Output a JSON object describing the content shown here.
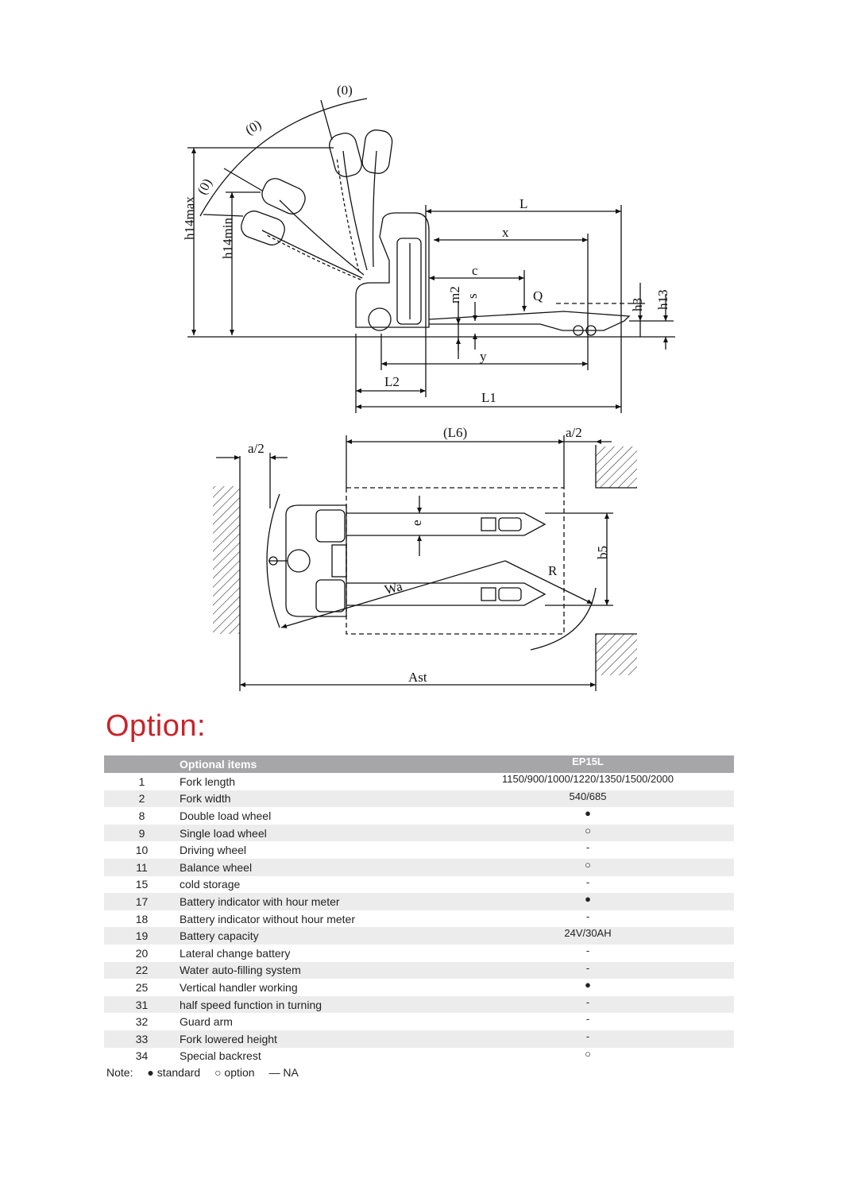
{
  "drawing": {
    "side_labels": {
      "angle_top": "(0)",
      "angle_mid": "(0)",
      "angle_low": "(0)",
      "L": "L",
      "x": "x",
      "c": "c",
      "Q": "Q",
      "m2": "m2",
      "s": "s",
      "h3": "h3",
      "h13": "h13",
      "h14max": "h14max",
      "h14min": "h14min",
      "y": "y",
      "L2": "L2",
      "L1": "L1"
    },
    "top_labels": {
      "a2_left": "a/2",
      "L6": "(L6)",
      "a2_right": "a/2",
      "e": "e",
      "b5": "b5",
      "R": "R",
      "Wa": "Wa",
      "Ast": "Ast"
    }
  },
  "option": {
    "title": "Option:",
    "headers": {
      "no": "",
      "item": "Optional items",
      "model": "EP15L"
    },
    "rows": [
      {
        "no": "1",
        "item": "Fork length",
        "value": "1150/900/1000/1220/1350/1500/2000"
      },
      {
        "no": "2",
        "item": "Fork width",
        "value": "540/685"
      },
      {
        "no": "8",
        "item": "Double load wheel",
        "value": "●"
      },
      {
        "no": "9",
        "item": "Single load wheel",
        "value": "○"
      },
      {
        "no": "10",
        "item": "Driving wheel",
        "value": "-"
      },
      {
        "no": "11",
        "item": "Balance wheel",
        "value": "○"
      },
      {
        "no": "15",
        "item": "cold storage",
        "value": "-"
      },
      {
        "no": "17",
        "item": "Battery indicator with hour meter",
        "value": "●"
      },
      {
        "no": "18",
        "item": "Battery indicator without hour meter",
        "value": "-"
      },
      {
        "no": "19",
        "item": "Battery capacity",
        "value": "24V/30AH"
      },
      {
        "no": "20",
        "item": "Lateral change battery",
        "value": "-"
      },
      {
        "no": "22",
        "item": "Water auto-filling system",
        "value": "-"
      },
      {
        "no": "25",
        "item": "Vertical handler working",
        "value": "●"
      },
      {
        "no": "31",
        "item": "half speed function in turning",
        "value": "-"
      },
      {
        "no": "32",
        "item": "Guard arm",
        "value": "-"
      },
      {
        "no": "33",
        "item": "Fork lowered height",
        "value": "-"
      },
      {
        "no": "34",
        "item": "Special backrest",
        "value": "○"
      }
    ],
    "note": {
      "prefix": "Note:",
      "standard": "● standard",
      "option": "○ option",
      "na": "— NA"
    }
  }
}
